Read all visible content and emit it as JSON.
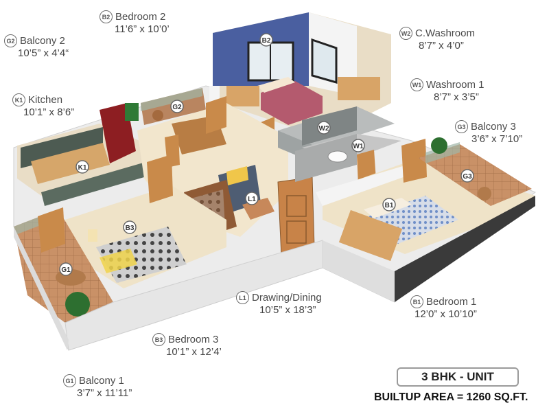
{
  "rooms": {
    "bedroom2": {
      "code": "B2",
      "name": "Bedroom 2",
      "dims": "11’6” x 10’0’"
    },
    "balcony2": {
      "code": "G2",
      "name": "Balcony 2",
      "dims": "10’5” x 4’4“"
    },
    "kitchen": {
      "code": "K1",
      "name": "Kitchen",
      "dims": "10’1” x 8’6”"
    },
    "cwashroom": {
      "code": "W2",
      "name": "C.Washroom",
      "dims": "8’7” x 4’0”"
    },
    "washroom1": {
      "code": "W1",
      "name": "Washroom 1",
      "dims": "8’7” x 3’5”"
    },
    "balcony3": {
      "code": "G3",
      "name": "Balcony 3",
      "dims": "3’6” x 7’10”"
    },
    "drawing": {
      "code": "L1",
      "name": "Drawing/Dining",
      "dims": "10’5” x 18’3”"
    },
    "bedroom1": {
      "code": "B1",
      "name": "Bedroom 1",
      "dims": "12’0” x 10’10”"
    },
    "bedroom3": {
      "code": "B3",
      "name": "Bedroom 3",
      "dims": "10’1” x 12’4’"
    },
    "balcony1": {
      "code": "G1",
      "name": "Balcony 1",
      "dims": "3’7” x 11’11”"
    }
  },
  "unit_type": "3 BHK - UNIT",
  "builtup_area": "BUILTUP AREA = 1260 SQ.FT.",
  "colors": {
    "wall": "#f2f2f2",
    "floor": "#efe3c8",
    "accent_wall": "#4a5fa0",
    "wood": "#c98a4a",
    "entry_arrow": "#e8232a"
  }
}
